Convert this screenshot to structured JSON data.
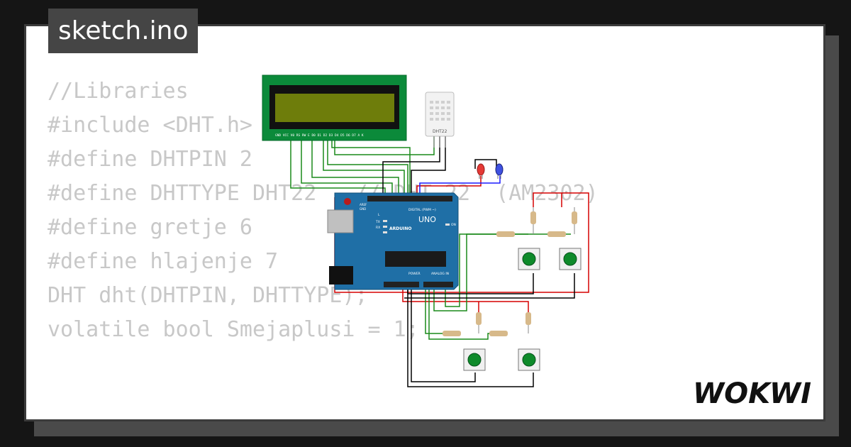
{
  "file": {
    "name": "sketch.ino"
  },
  "code": {
    "lines": [
      "//Libraries",
      "#include <DHT.h>",
      "",
      "#define DHTPIN 2",
      "#define DHTTYPE DHT22   // DHT 22  (AM2302)",
      "#define gretje 6",
      "#define hlajenje 7",
      "DHT dht(DHTPIN, DHTTYPE);",
      "",
      "volatile bool Smejaplusi = 1;"
    ]
  },
  "circuit": {
    "lcd_pins": "GND VCC V0 RS RW E D0 D1 D2 D3 D4 D5 D6 D7 A K",
    "dht_label": "DHT22",
    "board_brand": "ARDUINO",
    "board_model": "UNO",
    "board_digital": "DIGITAL (PWM ~)",
    "board_power": "POWER",
    "board_analog": "ANALOG IN",
    "board_on": "ON",
    "board_tx": "TX",
    "board_rx": "RX",
    "board_l": "L",
    "board_aref": "AREF",
    "board_gnd": "GND",
    "led_colors": [
      "#e53935",
      "#3f51e0"
    ],
    "wire_colors": {
      "green": "#1a8a1a",
      "black": "#000000",
      "red": "#d50000",
      "blue": "#1a1aff"
    }
  },
  "brand": {
    "logo": "WOKWI"
  }
}
